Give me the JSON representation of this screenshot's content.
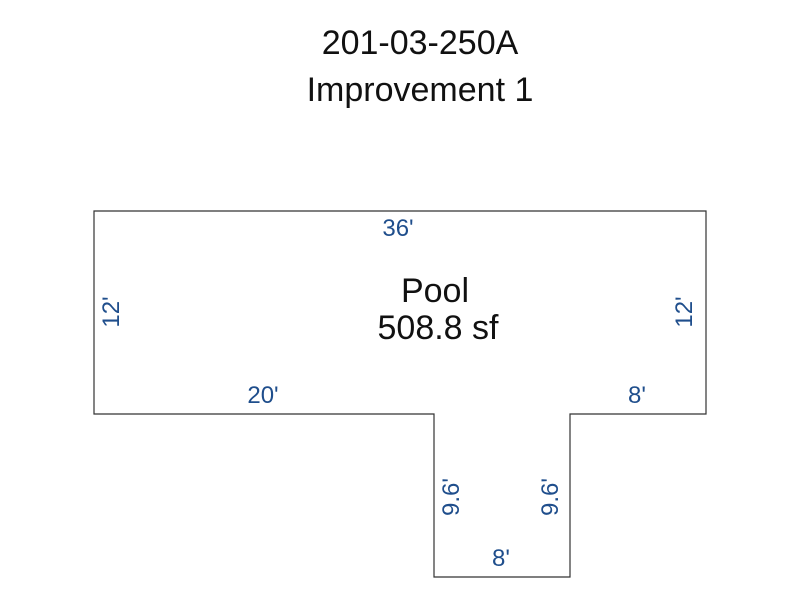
{
  "header": {
    "parcel_id": "201-03-250A",
    "improvement": "Improvement 1"
  },
  "area": {
    "name": "Pool",
    "size": "508.8 sf"
  },
  "dimensions": {
    "top": "36'",
    "left": "12'",
    "right": "12'",
    "bottom_left": "20'",
    "bottom_right": "8'",
    "stem_left": "9.6'",
    "stem_right": "9.6'",
    "stem_bottom": "8'"
  },
  "colors": {
    "outline": "#333333",
    "dimension_text": "#1f4e8c",
    "label_text": "#111111"
  }
}
